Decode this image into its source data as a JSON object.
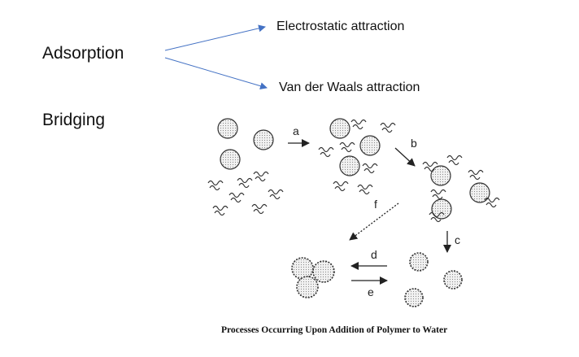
{
  "terms": {
    "adsorption": "Adsorption",
    "bridging": "Bridging"
  },
  "adsorption_mechanisms": [
    "Electrostatic attraction",
    "Van der Waals attraction"
  ],
  "figure": {
    "caption": "Processes Occurring Upon Addition of Polymer to Water",
    "step_labels": [
      "a",
      "b",
      "c",
      "d",
      "e",
      "f"
    ]
  },
  "colors": {
    "arrow_blue": "#4472c4",
    "ink": "#222222",
    "particle_fill": "#e6e6e6"
  }
}
